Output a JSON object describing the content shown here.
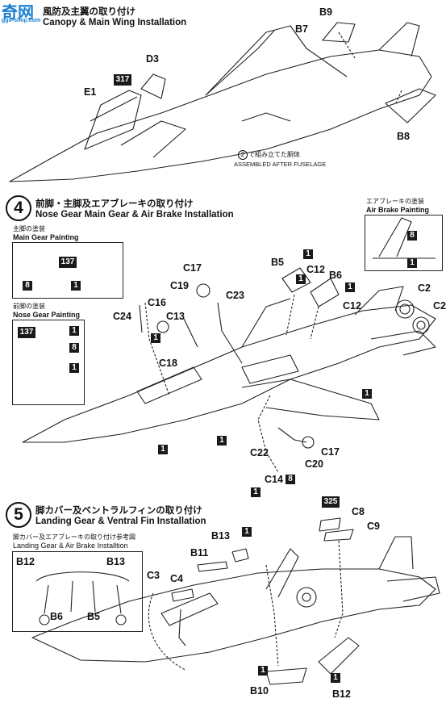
{
  "watermark": {
    "logo": "奇网",
    "url": "ggo-shop.com"
  },
  "step3": {
    "title_jp": "風防及主翼の取り付け",
    "title_en": "Canopy & Main Wing Installation",
    "labels": [
      "B9",
      "B7",
      "D3",
      "E1",
      "B8"
    ],
    "paint_code": "317",
    "note_num": "2",
    "note_jp": "で組み立てた胴体",
    "note_en": "ASSEMBLED AFTER FUSELAGE"
  },
  "step4": {
    "number": "4",
    "title_jp": "前脚・主脚及エアブレーキの取り付け",
    "title_en": "Nose Gear   Main Gear & Air Brake Installation",
    "main_gear_box": {
      "title_jp": "主脚の塗装",
      "title_en": "Main Gear Painting",
      "paint_codes": [
        "137",
        "8",
        "1"
      ]
    },
    "nose_gear_box": {
      "title_jp": "前脚の塗装",
      "title_en": "Nose Gear Painting",
      "paint_codes": [
        "137",
        "1",
        "8",
        "1"
      ]
    },
    "air_brake_box": {
      "title_jp": "エアブレーキの塗装",
      "title_en": "Air Brake Painting",
      "paint_codes": [
        "8",
        "1"
      ]
    },
    "labels": [
      "C17",
      "B5",
      "C12",
      "B6",
      "C19",
      "C16",
      "C23",
      "C13",
      "C24",
      "C18",
      "C12",
      "C2",
      "C2",
      "C22",
      "C17",
      "C20",
      "C14"
    ],
    "paint_codes": [
      "1",
      "1",
      "1",
      "1",
      "1",
      "1",
      "1",
      "1",
      "8"
    ]
  },
  "step5": {
    "number": "5",
    "title_jp": "脚カバー及ベントラルフィンの取り付け",
    "title_en": "Landing Gear & Ventral Fin Installation",
    "ref_box": {
      "title_jp": "脚カバー及エアブレーキの取り付け参考図",
      "title_en": "Landing Gear & Air Brake Installtion",
      "labels": [
        "B12",
        "B13",
        "B6",
        "B5"
      ]
    },
    "labels": [
      "C8",
      "C9",
      "B13",
      "B11",
      "C3",
      "C4",
      "B10",
      "B12"
    ],
    "paint_code": "325",
    "paint_codes": [
      "1",
      "1",
      "1"
    ]
  }
}
